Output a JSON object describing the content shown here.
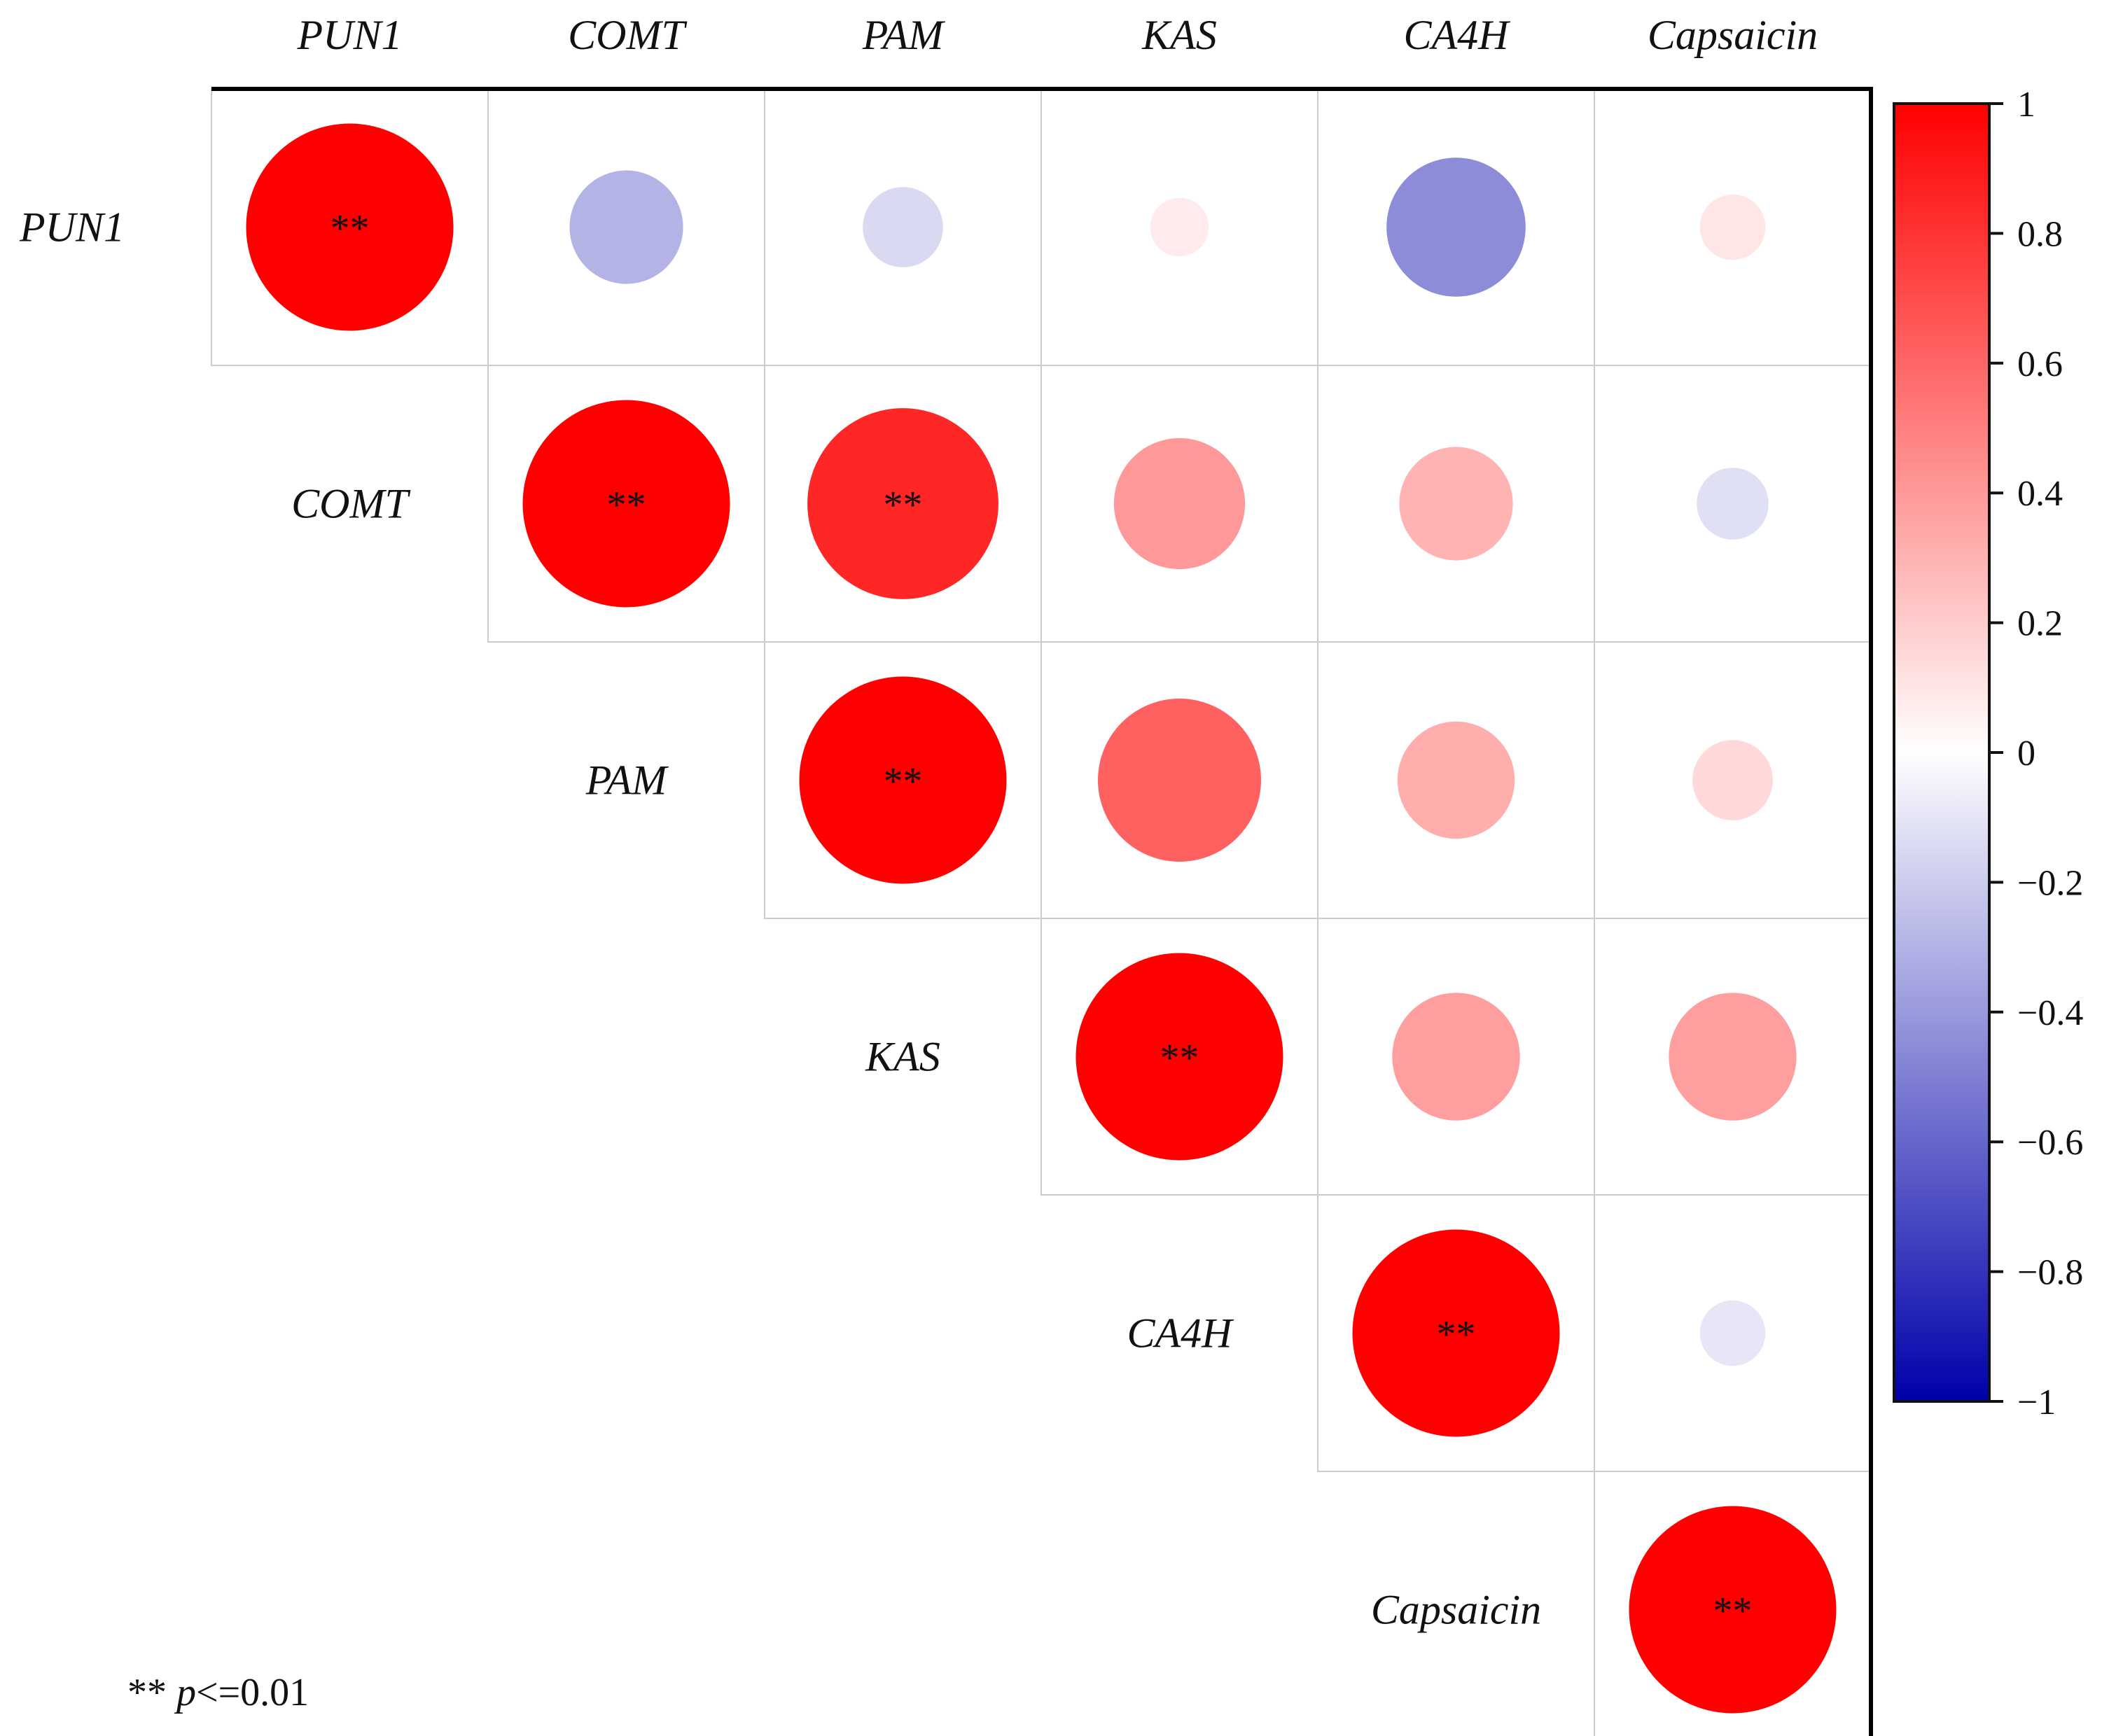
{
  "chart_data": {
    "type": "heatmap",
    "subtype": "correlation-circle-matrix (upper triangle)",
    "variables": [
      "PUN1",
      "COMT",
      "PAM",
      "KAS",
      "CA4H",
      "Capsaicin"
    ],
    "matrix": [
      [
        1.0,
        -0.3,
        -0.15,
        0.08,
        -0.45,
        0.1
      ],
      [
        null,
        1.0,
        0.85,
        0.4,
        0.3,
        -0.12
      ],
      [
        null,
        null,
        1.0,
        0.62,
        0.32,
        0.15
      ],
      [
        null,
        null,
        null,
        1.0,
        0.38,
        0.38
      ],
      [
        null,
        null,
        null,
        null,
        1.0,
        -0.1
      ],
      [
        null,
        null,
        null,
        null,
        null,
        1.0
      ]
    ],
    "significance": [
      [
        "**",
        "",
        "",
        "",
        "",
        ""
      ],
      [
        "",
        "**",
        "**",
        "",
        "",
        ""
      ],
      [
        "",
        "",
        "**",
        "",
        "",
        ""
      ],
      [
        "",
        "",
        "",
        "**",
        "",
        ""
      ],
      [
        "",
        "",
        "",
        "",
        "**",
        ""
      ],
      [
        "",
        "",
        "",
        "",
        "",
        "**"
      ]
    ],
    "colorbar": {
      "min": -1,
      "max": 1,
      "ticks": [
        1,
        0.8,
        0.6,
        0.4,
        0.2,
        0,
        -0.2,
        -0.4,
        -0.6,
        -0.8,
        -1
      ],
      "tick_labels": [
        "1",
        "0.8",
        "0.6",
        "0.4",
        "0.2",
        "0",
        "−0.2",
        "−0.4",
        "−0.6",
        "−0.8",
        "−1"
      ],
      "color_positive": "#ff0000",
      "color_zero": "#ffffff",
      "color_negative": "#0000aa"
    },
    "footnote": {
      "marker": "**",
      "stat": "p",
      "rest": "<=0.01"
    }
  }
}
